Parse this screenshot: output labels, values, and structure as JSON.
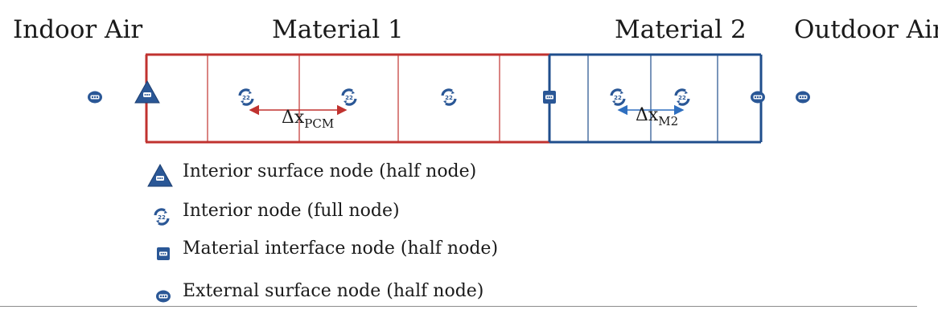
{
  "regions": {
    "indoor_air": "Indoor Air",
    "material_1": "Material 1",
    "material_2": "Material 2",
    "outdoor_air": "Outdoor Air"
  },
  "spacing": {
    "pcm_symbol": "Δx",
    "pcm_subscript": "PCM",
    "m2_symbol": "Δx",
    "m2_subscript": "M2"
  },
  "legend": {
    "interior_surface": "Interior surface node (half node)",
    "interior": "Interior node (full node)",
    "material_interface": "Material interface node (half node)",
    "external_surface": "External surface node (half node)"
  },
  "colors": {
    "material_1": "#c0322f",
    "material_2": "#1f4e8c",
    "node_fill": "#2a5796"
  }
}
